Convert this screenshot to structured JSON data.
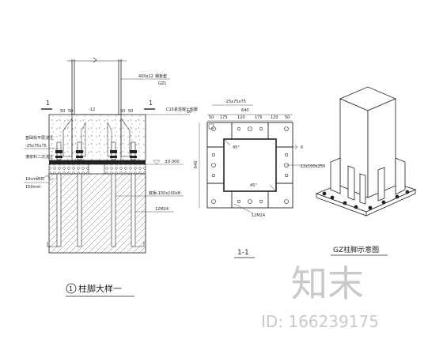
{
  "left_detail": {
    "label_plate": "400x12",
    "label_plate_suffix": "钢板套",
    "label_gz": "GZ1",
    "section_left": "1",
    "section_right": "1",
    "dim_left": "50",
    "dim_left2": "50",
    "dim_right": "50",
    "dim_right2": "50",
    "label_minus12": "-12",
    "label_c15": "C15素混凝土包脚",
    "label_rib": "-25x75x75",
    "label_grout1": "基础找平层浇注",
    "label_grout2": "灌浆料二次浇注",
    "label_elev": "±0.000",
    "label_gravel1": "10cm碎石",
    "label_gravel2": "150mm",
    "label_anchor_plate": "底板-150x100x8",
    "label_bolt": "12M24",
    "title_number": "1",
    "title": "柱脚大样一"
  },
  "section_view": {
    "rib_label": "-25x75x75",
    "dim_total": "640",
    "dims_top": [
      "50",
      "175",
      "120",
      "175",
      "120",
      "50"
    ],
    "dim_side": "640",
    "angle1": "45°",
    "angle2": "45°",
    "stiffener": "-12x100x250",
    "thickness": "6",
    "small_label": "10",
    "bolt": "12M24",
    "title": "1-1"
  },
  "iso_view": {
    "title": "GZ柱脚示意图"
  },
  "watermark": {
    "brand": "知末",
    "id": "ID: 166239175"
  }
}
